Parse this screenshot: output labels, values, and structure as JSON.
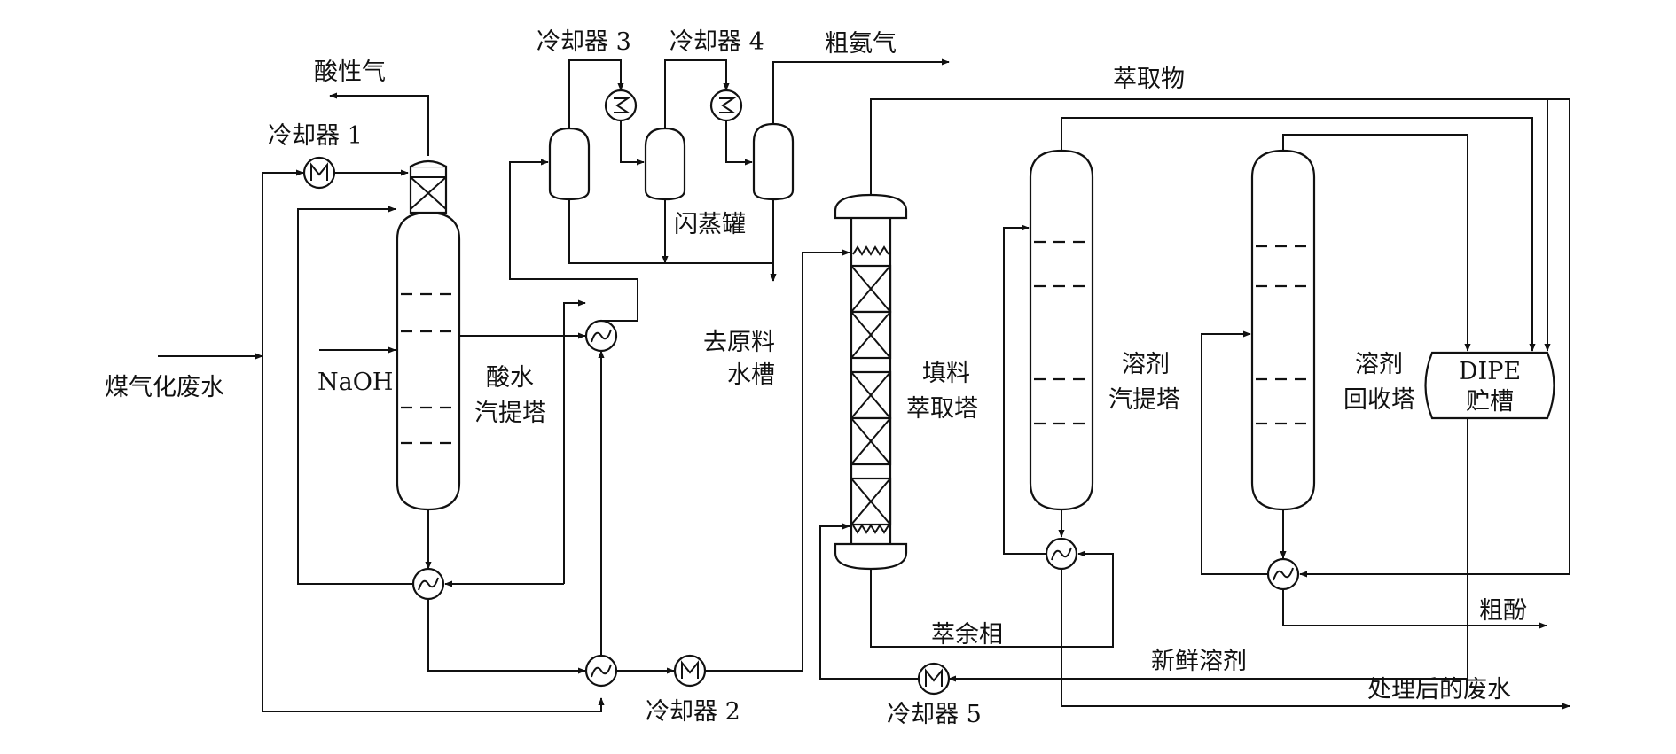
{
  "labels": {
    "acid_gas": "酸性气",
    "cooler1": "冷却器 1",
    "cooler2": "冷却器 2",
    "cooler3": "冷却器 3",
    "cooler4": "冷却器 4",
    "cooler5": "冷却器 5",
    "crude_ammonia": "粗氨气",
    "flash_tank": "闪蒸罐",
    "to_feed_tank_1": "去原料",
    "to_feed_tank_2": "水槽",
    "coal_wastewater": "煤气化废水",
    "naoh": "NaOH",
    "acid_stripper_1": "酸水",
    "acid_stripper_2": "汽提塔",
    "extract": "萃取物",
    "packed_extractor_1": "填料",
    "packed_extractor_2": "萃取塔",
    "solvent_stripper_1": "溶剂",
    "solvent_stripper_2": "汽提塔",
    "solvent_recovery_1": "溶剂",
    "solvent_recovery_2": "回收塔",
    "dipe_tank_1": "DIPE",
    "dipe_tank_2": "贮槽",
    "raffinate": "萃余相",
    "fresh_solvent": "新鲜溶剂",
    "crude_phenol": "粗酚",
    "treated_wastewater": "处理后的废水"
  }
}
